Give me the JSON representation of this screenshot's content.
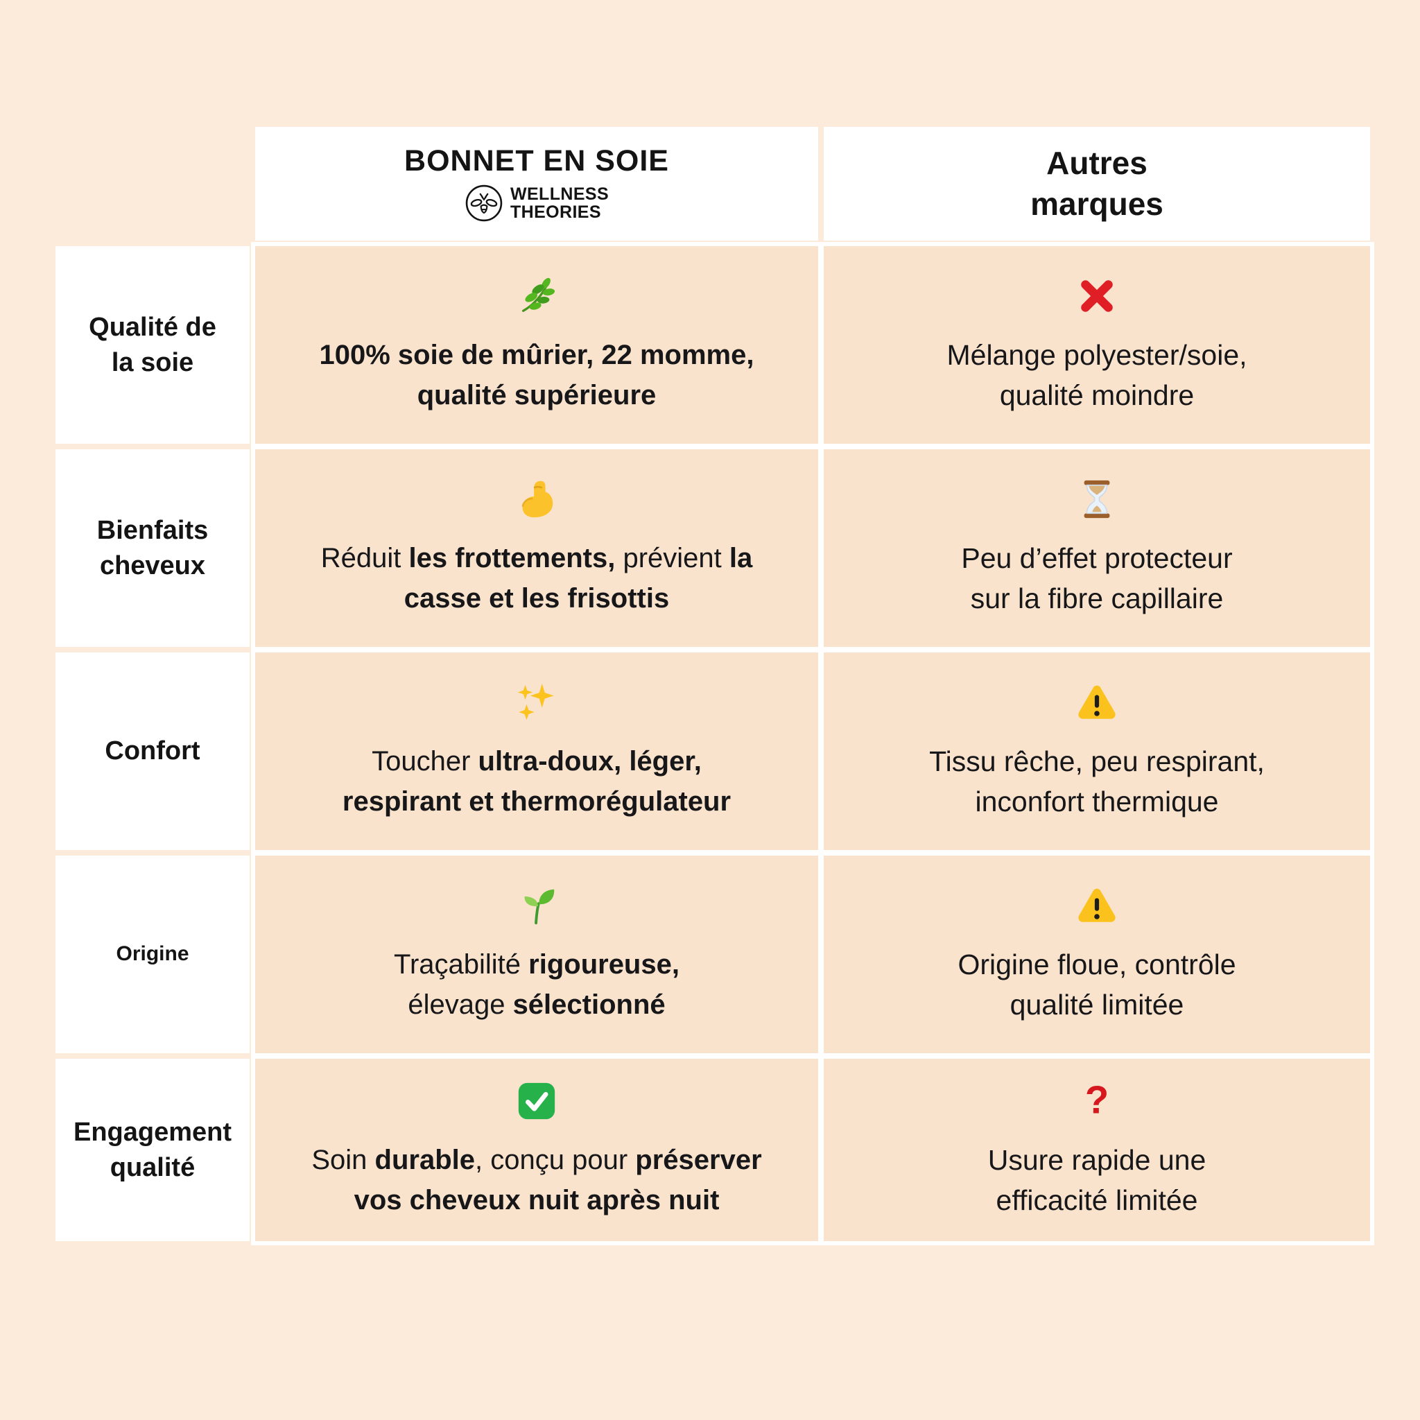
{
  "page": {
    "background_color": "#fcebda",
    "cell_color": "#f9e3cc",
    "card_color": "#ffffff",
    "text_color": "#141414",
    "cross_red": "#e01e25",
    "question_red": "#d7171e",
    "warning_yellow": "#fbc21d",
    "check_green": "#27b14b"
  },
  "header": {
    "ours": {
      "title": "BONNET EN SOIE",
      "brand_line1": "WELLNESS",
      "brand_line2": "THEORIES",
      "logo_icon": "bee-logo-icon"
    },
    "others": {
      "title_line1": "Autres",
      "title_line2": "marques"
    }
  },
  "rows": [
    {
      "label_lines": [
        "Qualité de",
        "la soie"
      ],
      "label_small": false,
      "ours": {
        "icon": "herb-icon",
        "lines": [
          [
            {
              "text": "100% soie de mûrier, 22 momme,",
              "bold": true
            }
          ],
          [
            {
              "text": "qualité supérieure",
              "bold": true
            }
          ]
        ]
      },
      "others": {
        "icon": "cross-mark-icon",
        "lines": [
          "Mélange polyester/soie,",
          "qualité moindre"
        ]
      }
    },
    {
      "label_lines": [
        "Bienfaits",
        "cheveux"
      ],
      "label_small": false,
      "ours": {
        "icon": "flexed-biceps-icon",
        "lines": [
          [
            {
              "text": "Réduit ",
              "bold": false
            },
            {
              "text": "les frottements,",
              "bold": true
            },
            {
              "text": " prévient ",
              "bold": false
            },
            {
              "text": "la",
              "bold": true
            }
          ],
          [
            {
              "text": "casse et les frisottis",
              "bold": true
            }
          ]
        ]
      },
      "others": {
        "icon": "hourglass-icon",
        "lines": [
          "Peu d’effet protecteur",
          "sur la fibre capillaire"
        ]
      }
    },
    {
      "label_lines": [
        "Confort"
      ],
      "label_small": false,
      "ours": {
        "icon": "sparkles-icon",
        "lines": [
          [
            {
              "text": "Toucher ",
              "bold": false
            },
            {
              "text": "ultra-doux, léger,",
              "bold": true
            }
          ],
          [
            {
              "text": "respirant et thermorégulateur",
              "bold": true
            }
          ]
        ]
      },
      "others": {
        "icon": "warning-icon",
        "lines": [
          "Tissu rêche, peu respirant,",
          "inconfort thermique"
        ]
      }
    },
    {
      "label_lines": [
        "Origine"
      ],
      "label_small": true,
      "ours": {
        "icon": "seedling-icon",
        "lines": [
          [
            {
              "text": "Traçabilité ",
              "bold": false
            },
            {
              "text": "rigoureuse,",
              "bold": true
            }
          ],
          [
            {
              "text": "élevage ",
              "bold": false
            },
            {
              "text": "sélectionné",
              "bold": true
            }
          ]
        ]
      },
      "others": {
        "icon": "warning-icon",
        "lines": [
          "Origine floue, contrôle",
          "qualité limitée"
        ]
      }
    },
    {
      "label_lines": [
        "Engagement",
        "qualité"
      ],
      "label_small": false,
      "ours": {
        "icon": "check-box-icon",
        "lines": [
          [
            {
              "text": "Soin ",
              "bold": false
            },
            {
              "text": "durable",
              "bold": true
            },
            {
              "text": ", conçu pour ",
              "bold": false
            },
            {
              "text": "préserver",
              "bold": true
            }
          ],
          [
            {
              "text": "vos cheveux nuit après nuit",
              "bold": true
            }
          ]
        ]
      },
      "others": {
        "icon": "question-mark-icon",
        "lines": [
          "Usure rapide une",
          "efficacité limitée"
        ]
      }
    }
  ],
  "chart_data": {
    "type": "table",
    "columns": [
      "",
      "BONNET EN SOIE — WELLNESS THEORIES",
      "Autres marques"
    ],
    "rows": [
      [
        "Qualité de la soie",
        "100% soie de mûrier, 22 momme, qualité supérieure",
        "Mélange polyester/soie, qualité moindre"
      ],
      [
        "Bienfaits cheveux",
        "Réduit les frottements, prévient la casse et les frisottis",
        "Peu d’effet protecteur sur la fibre capillaire"
      ],
      [
        "Confort",
        "Toucher ultra-doux, léger, respirant et thermorégulateur",
        "Tissu rêche, peu respirant, inconfort thermique"
      ],
      [
        "Origine",
        "Traçabilité rigoureuse, élevage sélectionné",
        "Origine floue, contrôle qualité limitée"
      ],
      [
        "Engagement qualité",
        "Soin durable, conçu pour préserver vos cheveux nuit après nuit",
        "Usure rapide une efficacité limitée"
      ]
    ]
  }
}
